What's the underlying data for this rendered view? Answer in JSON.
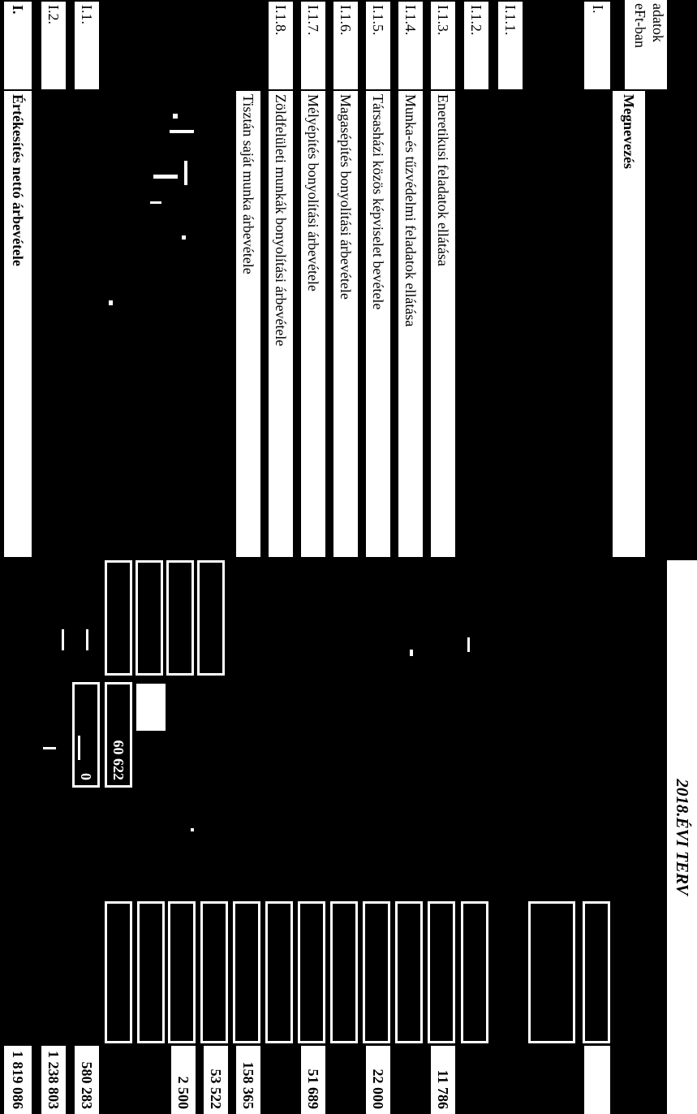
{
  "header": {
    "col_code_line1": "adatok",
    "col_code_line2": "eFt-ban",
    "col_name": "Megnevezés",
    "plan_title": "2018.ÉVI TERV"
  },
  "rows": [
    {
      "code": "I.",
      "name": "",
      "value": ""
    },
    {
      "code": "I.1.1.",
      "name": "",
      "value": ""
    },
    {
      "code": "I.1.2.",
      "name": "",
      "value": ""
    },
    {
      "code": "I.1.3.",
      "name": "Eneretikusi feladatok ellátása",
      "value": "11 786"
    },
    {
      "code": "I.1.4.",
      "name": "Munka-és tűzvédelmi feladatok ellátása",
      "value": ""
    },
    {
      "code": "I.1.5.",
      "name": "Társasházi közös képviselet bevétele",
      "value": "22 000"
    },
    {
      "code": "I.1.6.",
      "name": "Magasépítés bonyolítási árbevétele",
      "value": ""
    },
    {
      "code": "I.1.7.",
      "name": "Mélyépítés bonyolítási árbevétele",
      "value": "51 689"
    },
    {
      "code": "I.1.8.",
      "name": "Zöldfelületi munkák bonyolítási árbevétele",
      "value": ""
    },
    {
      "code": "",
      "name": "Tisztán saját munka árbevétele",
      "value": "158 365"
    },
    {
      "code": "",
      "name": "",
      "value": "53 522"
    },
    {
      "code": "",
      "name": "",
      "value": "2 500"
    },
    {
      "code": "I.1.",
      "name": "",
      "value": "580 283"
    },
    {
      "code": "I.2.",
      "name": "",
      "value": "1 238 803"
    },
    {
      "code": "I.",
      "name": "Értékesítés nettó árbevétele",
      "value": "1 819 086"
    }
  ],
  "mid_values": {
    "v1": "60 622",
    "v2": "0"
  }
}
